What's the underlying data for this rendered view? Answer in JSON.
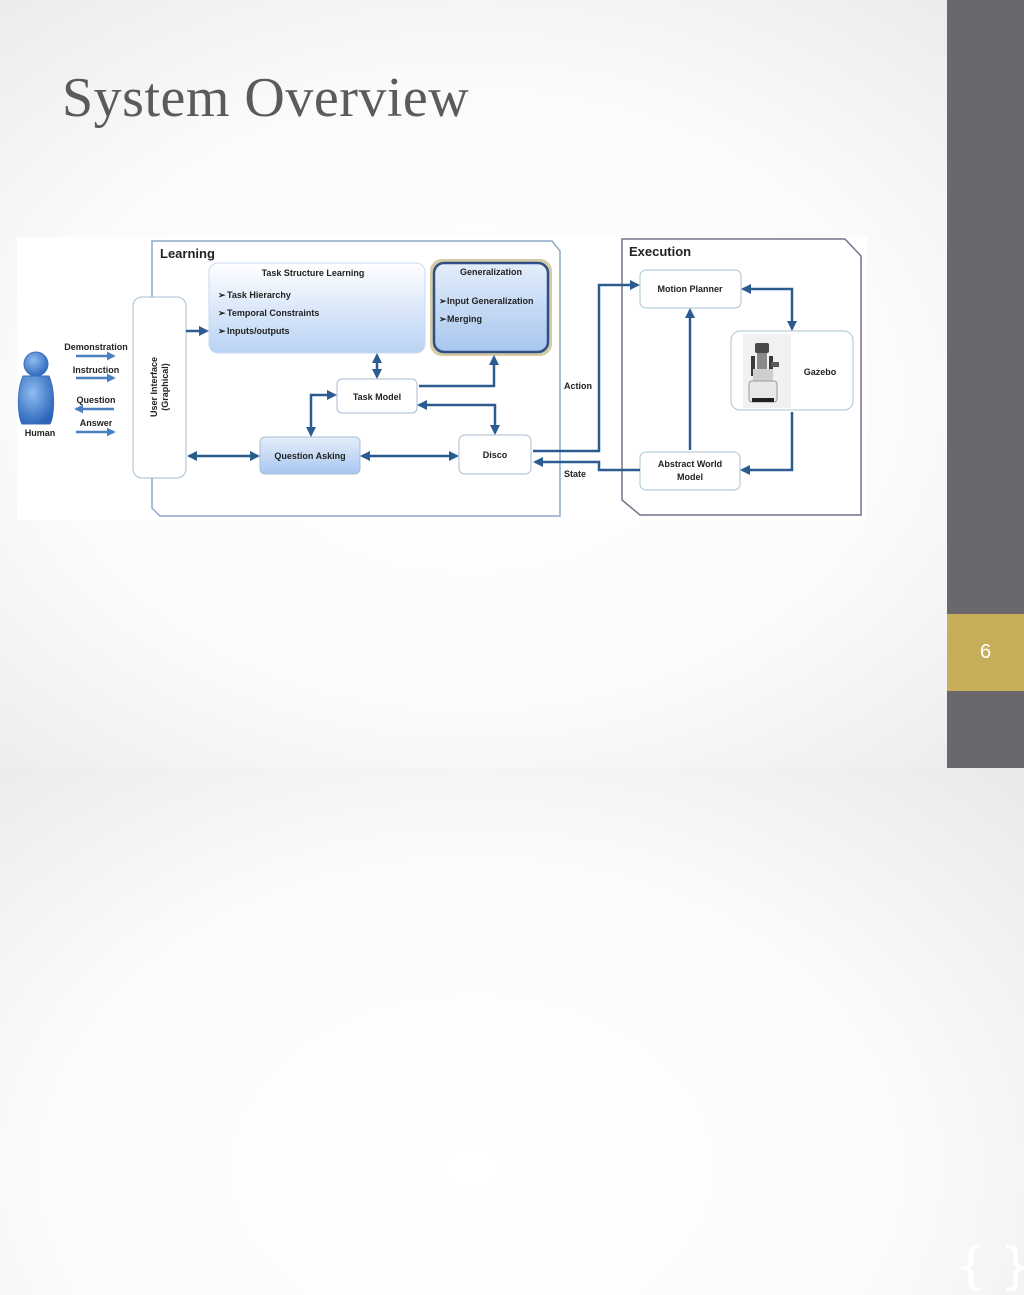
{
  "slide": {
    "title": "System Overview",
    "page_number": "6"
  },
  "colors": {
    "sidebar": "#6b686d",
    "page_badge": "#c7ae5a",
    "title_text": "#5b5b5e",
    "arrow": "#2c5c8f",
    "panel_border": "#8da9c8",
    "execution_border": "#7a6f8c"
  },
  "diagram": {
    "learning": {
      "title": "Learning",
      "task_structure": {
        "title": "Task Structure Learning",
        "items": [
          "Task Hierarchy",
          "Temporal Constraints",
          "Inputs/outputs"
        ]
      },
      "generalization": {
        "title": "Generalization",
        "items": [
          "Input Generalization",
          "Merging"
        ]
      },
      "task_model": "Task Model",
      "question_asking": "Question Asking",
      "disco": "Disco",
      "ui_line1": "User Interface",
      "ui_line2": "(Graphical)"
    },
    "human": {
      "label": "Human",
      "icon": "person-icon",
      "arrows": [
        "Demonstration",
        "Instruction",
        "Question",
        "Answer"
      ]
    },
    "execution": {
      "title": "Execution",
      "motion_planner": "Motion Planner",
      "gazebo": "Gazebo",
      "robot_icon": "robot-icon",
      "abstract_line1": "Abstract World",
      "abstract_line2": "Model"
    },
    "labels": {
      "action": "Action",
      "state": "State"
    }
  }
}
